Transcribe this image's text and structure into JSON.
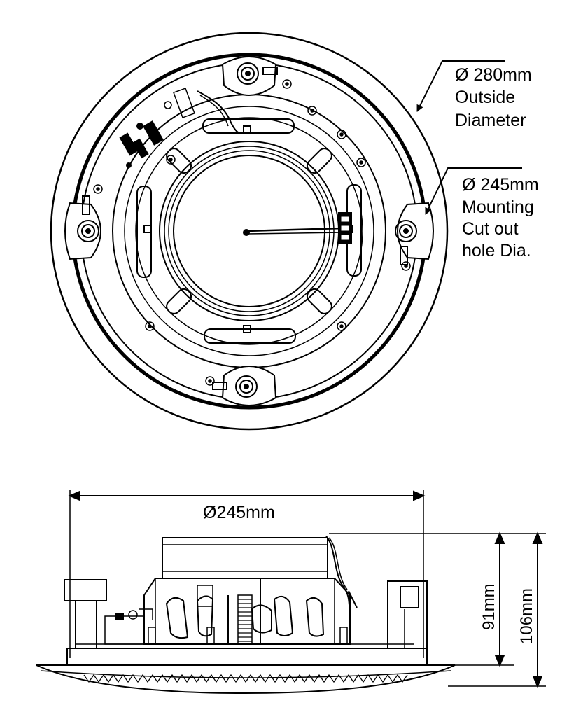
{
  "top_view": {
    "outside": {
      "symbol": "Ø",
      "value": "280mm",
      "line1": "Ø 280mm",
      "line2": "Outside",
      "line3": "Diameter"
    },
    "cutout": {
      "line1": "Ø 245mm",
      "line2": "Mounting",
      "line3": "Cut out",
      "line4": "hole Dia."
    }
  },
  "side_view": {
    "width_label": "Ø245mm",
    "depth_label": "91mm",
    "total_height_label": "106mm"
  },
  "colors": {
    "line": "#000000",
    "background": "#ffffff"
  }
}
